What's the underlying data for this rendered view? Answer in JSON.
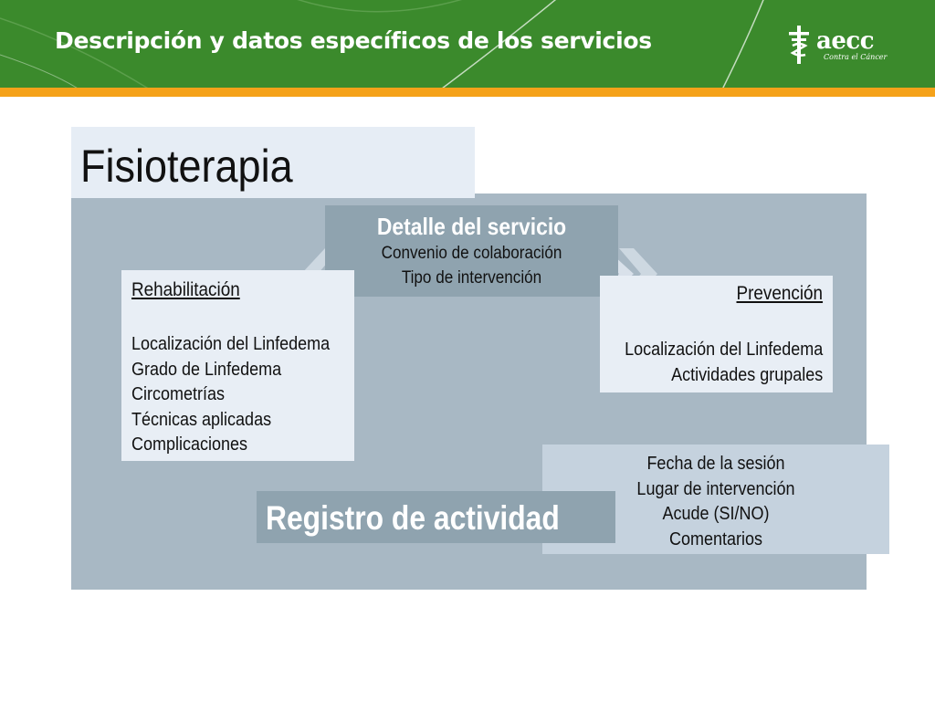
{
  "header": {
    "title": "Descripción y datos específicos de los servicios"
  },
  "logo": {
    "text": "aecc",
    "subtitle": "Contra el Cáncer"
  },
  "slide": {
    "title": "Fisioterapia"
  },
  "detalle": {
    "title": "Detalle del servicio",
    "lines": [
      "Convenio de colaboración",
      "Tipo de intervención"
    ]
  },
  "rehabilitacion": {
    "title": "Rehabilitación",
    "items": [
      "Localización del Linfedema",
      "Grado de Linfedema",
      "Circometrías",
      "Técnicas aplicadas",
      "Complicaciones"
    ]
  },
  "prevencion": {
    "title": "Prevención",
    "items": [
      "Localización del Linfedema",
      "Actividades grupales"
    ]
  },
  "registro": {
    "title": "Registro de actividad",
    "items": [
      "Fecha de la sesión",
      "Lugar de intervención",
      "Acude (SI/NO)",
      "Comentarios"
    ]
  },
  "colors": {
    "header_green": "#3b8a2c",
    "accent_orange": "#f5a21a",
    "panel_blue_gray": "#a8b8c4",
    "box_light": "#e8eef5",
    "box_dark": "#8fa3af"
  }
}
